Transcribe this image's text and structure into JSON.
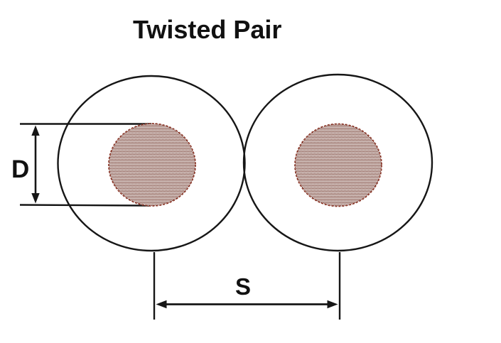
{
  "title": "Twisted Pair",
  "dimensions": {
    "conductor_diameter_label": "D",
    "center_spacing_label": "S"
  },
  "colors": {
    "background": "#ffffff",
    "outline": "#161616",
    "conductor_dot": "#6e3a30",
    "conductor_background": "#f8f0ed",
    "conductor_rim": "#8d3b2d",
    "label_text": "#111111"
  }
}
